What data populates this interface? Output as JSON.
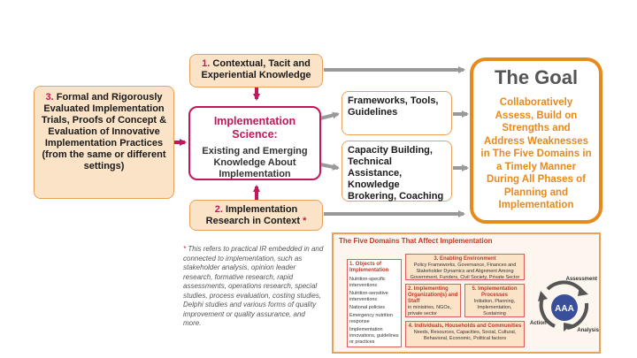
{
  "boxes": {
    "contextual": {
      "num": "1.",
      "text": "Contextual, Tacit and Experiential Knowledge"
    },
    "research": {
      "num": "2.",
      "text": "Implementation Research in Context",
      "star": "*"
    },
    "formal": {
      "num": "3.",
      "text": "Formal and Rigorously Evaluated Implementation Trials, Proofs of Concept & Evaluation of Innovative Implementation Practices (from the same or different settings)"
    },
    "science": {
      "title": "Implementation Science:",
      "subtitle": "Existing and Emerging Knowledge About Implementation"
    },
    "frameworks": {
      "text": "Frameworks, Tools, Guidelines"
    },
    "capacity": {
      "text": "Capacity Building, Technical Assistance, Knowledge Brokering, Coaching"
    }
  },
  "goal": {
    "title": "The Goal",
    "text": "Collaboratively Assess, Build on Strengths and Address Weaknesses in The Five Domains in a Timely Manner During All Phases of Planning and Implementation"
  },
  "footnote": {
    "star": "*",
    "text": "This refers to practical IR embedded in and connected to implementation, such as stakeholder analysis, opinion leader research, formative research, rapid assessments, operations research, special studies, process evaluation, costing studies, Delphi studies and various forms of quality improvement or quality assurance, and more."
  },
  "domains": {
    "title": "The Five Domains That Affect Implementation",
    "d1": {
      "title": "1. Objects of Implementation",
      "items": [
        "Nutrition-specific interventions",
        "Nutrition-sensitive interventions",
        "National policies",
        "Emergency nutrition response",
        "Implementation innovations, guidelines or practices"
      ]
    },
    "d2": {
      "title": "2. Implementing Organization(s) and Staff",
      "text": "in ministries, NGOs, private sector"
    },
    "d3": {
      "title": "3. Enabling Environment",
      "text": "Policy Frameworks, Governance, Finances and Stakeholder Dynamics and Alignment Among Government, Funders, Civil Society, Private Sector"
    },
    "d4": {
      "title": "4. Individuals, Households and Communities",
      "text": "Needs, Resources, Capacities, Social, Cultural, Behavioral, Economic, Political factors"
    },
    "d5": {
      "title": "5. Implementation Processes",
      "text": "Initiation, Planning, Implementation, Sustaining"
    },
    "cycle": {
      "center": "AAA",
      "assessment": "Assessment",
      "analysis": "Analysis",
      "action": "Action"
    }
  },
  "colors": {
    "accent": "#c2185b",
    "orange": "#e8891c",
    "peach": "#fbe3c8",
    "arrow": "#999999"
  }
}
